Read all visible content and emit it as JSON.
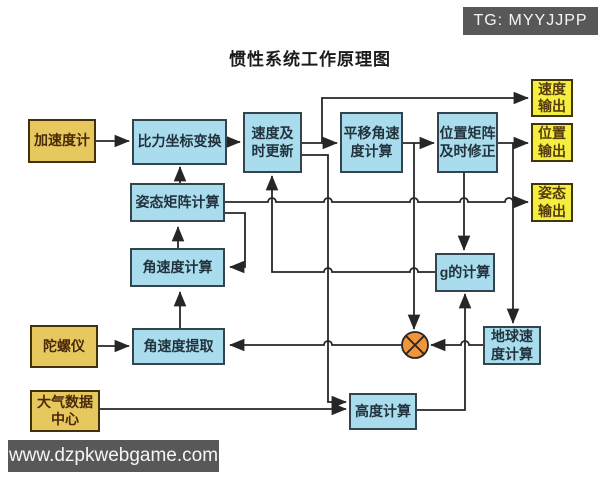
{
  "meta": {
    "title": "惯性系统工作原理图",
    "tg_label": "TG: MYYJJPP",
    "watermark": "www.dzpkwebgame.com"
  },
  "colors": {
    "input_box_fill": "#e7c85e",
    "output_box_fill": "#f4ef3e",
    "process_box_fill": "#a9dcec",
    "multiplier_fill": "#f0953c",
    "wire_color": "#262626",
    "banner_bg": "#585858",
    "background": "#ffffff"
  },
  "nodes": {
    "accelerometer": {
      "label": "加速度计",
      "type": "input"
    },
    "force_transform": {
      "label": "比力坐标变换",
      "type": "process"
    },
    "velocity_update": {
      "label": "速度及\n时更新",
      "type": "process"
    },
    "translation_rate": {
      "label": "平移角速\n度计算",
      "type": "process"
    },
    "position_matrix": {
      "label": "位置矩阵\n及时修正",
      "type": "process"
    },
    "velocity_output": {
      "label": "速度\n输出",
      "type": "output"
    },
    "position_output": {
      "label": "位置\n输出",
      "type": "output"
    },
    "attitude_output": {
      "label": "姿态\n输出",
      "type": "output"
    },
    "attitude_matrix": {
      "label": "姿态矩阵计算",
      "type": "process"
    },
    "angular_rate_calc": {
      "label": "角速度计算",
      "type": "process"
    },
    "g_calc": {
      "label": "g的计算",
      "type": "process"
    },
    "gyroscope": {
      "label": "陀螺仪",
      "type": "input"
    },
    "angular_rate_extract": {
      "label": "角速度提取",
      "type": "process"
    },
    "earth_velocity": {
      "label": "地球速\n度计算",
      "type": "process"
    },
    "air_data_center": {
      "label": "大气数据\n中心",
      "type": "input"
    },
    "altitude_calc": {
      "label": "高度计算",
      "type": "process"
    },
    "multiplier": {
      "label": "",
      "type": "junction-circle-x"
    }
  },
  "edges": [
    {
      "from": "accelerometer",
      "to": "force_transform"
    },
    {
      "from": "force_transform",
      "to": "velocity_update"
    },
    {
      "from": "attitude_matrix",
      "to": "force_transform"
    },
    {
      "from": "velocity_update",
      "to": "translation_rate"
    },
    {
      "from": "velocity_update",
      "to": "velocity_output"
    },
    {
      "from": "translation_rate",
      "to": "position_matrix"
    },
    {
      "from": "position_matrix",
      "to": "position_output"
    },
    {
      "from": "position_matrix",
      "to": "earth_velocity"
    },
    {
      "from": "position_matrix",
      "to": "g_calc"
    },
    {
      "from": "attitude_matrix",
      "to": "attitude_output"
    },
    {
      "from": "attitude_matrix",
      "to": "angular_rate_calc"
    },
    {
      "from": "angular_rate_calc",
      "to": "attitude_matrix"
    },
    {
      "from": "angular_rate_extract",
      "to": "angular_rate_calc"
    },
    {
      "from": "gyroscope",
      "to": "angular_rate_extract"
    },
    {
      "from": "multiplier",
      "to": "angular_rate_extract"
    },
    {
      "from": "earth_velocity",
      "to": "multiplier"
    },
    {
      "from": "translation_rate",
      "to": "multiplier"
    },
    {
      "from": "g_calc",
      "to": "velocity_update"
    },
    {
      "from": "velocity_update",
      "to": "altitude_calc"
    },
    {
      "from": "air_data_center",
      "to": "altitude_calc"
    },
    {
      "from": "altitude_calc",
      "to": "g_calc"
    }
  ]
}
